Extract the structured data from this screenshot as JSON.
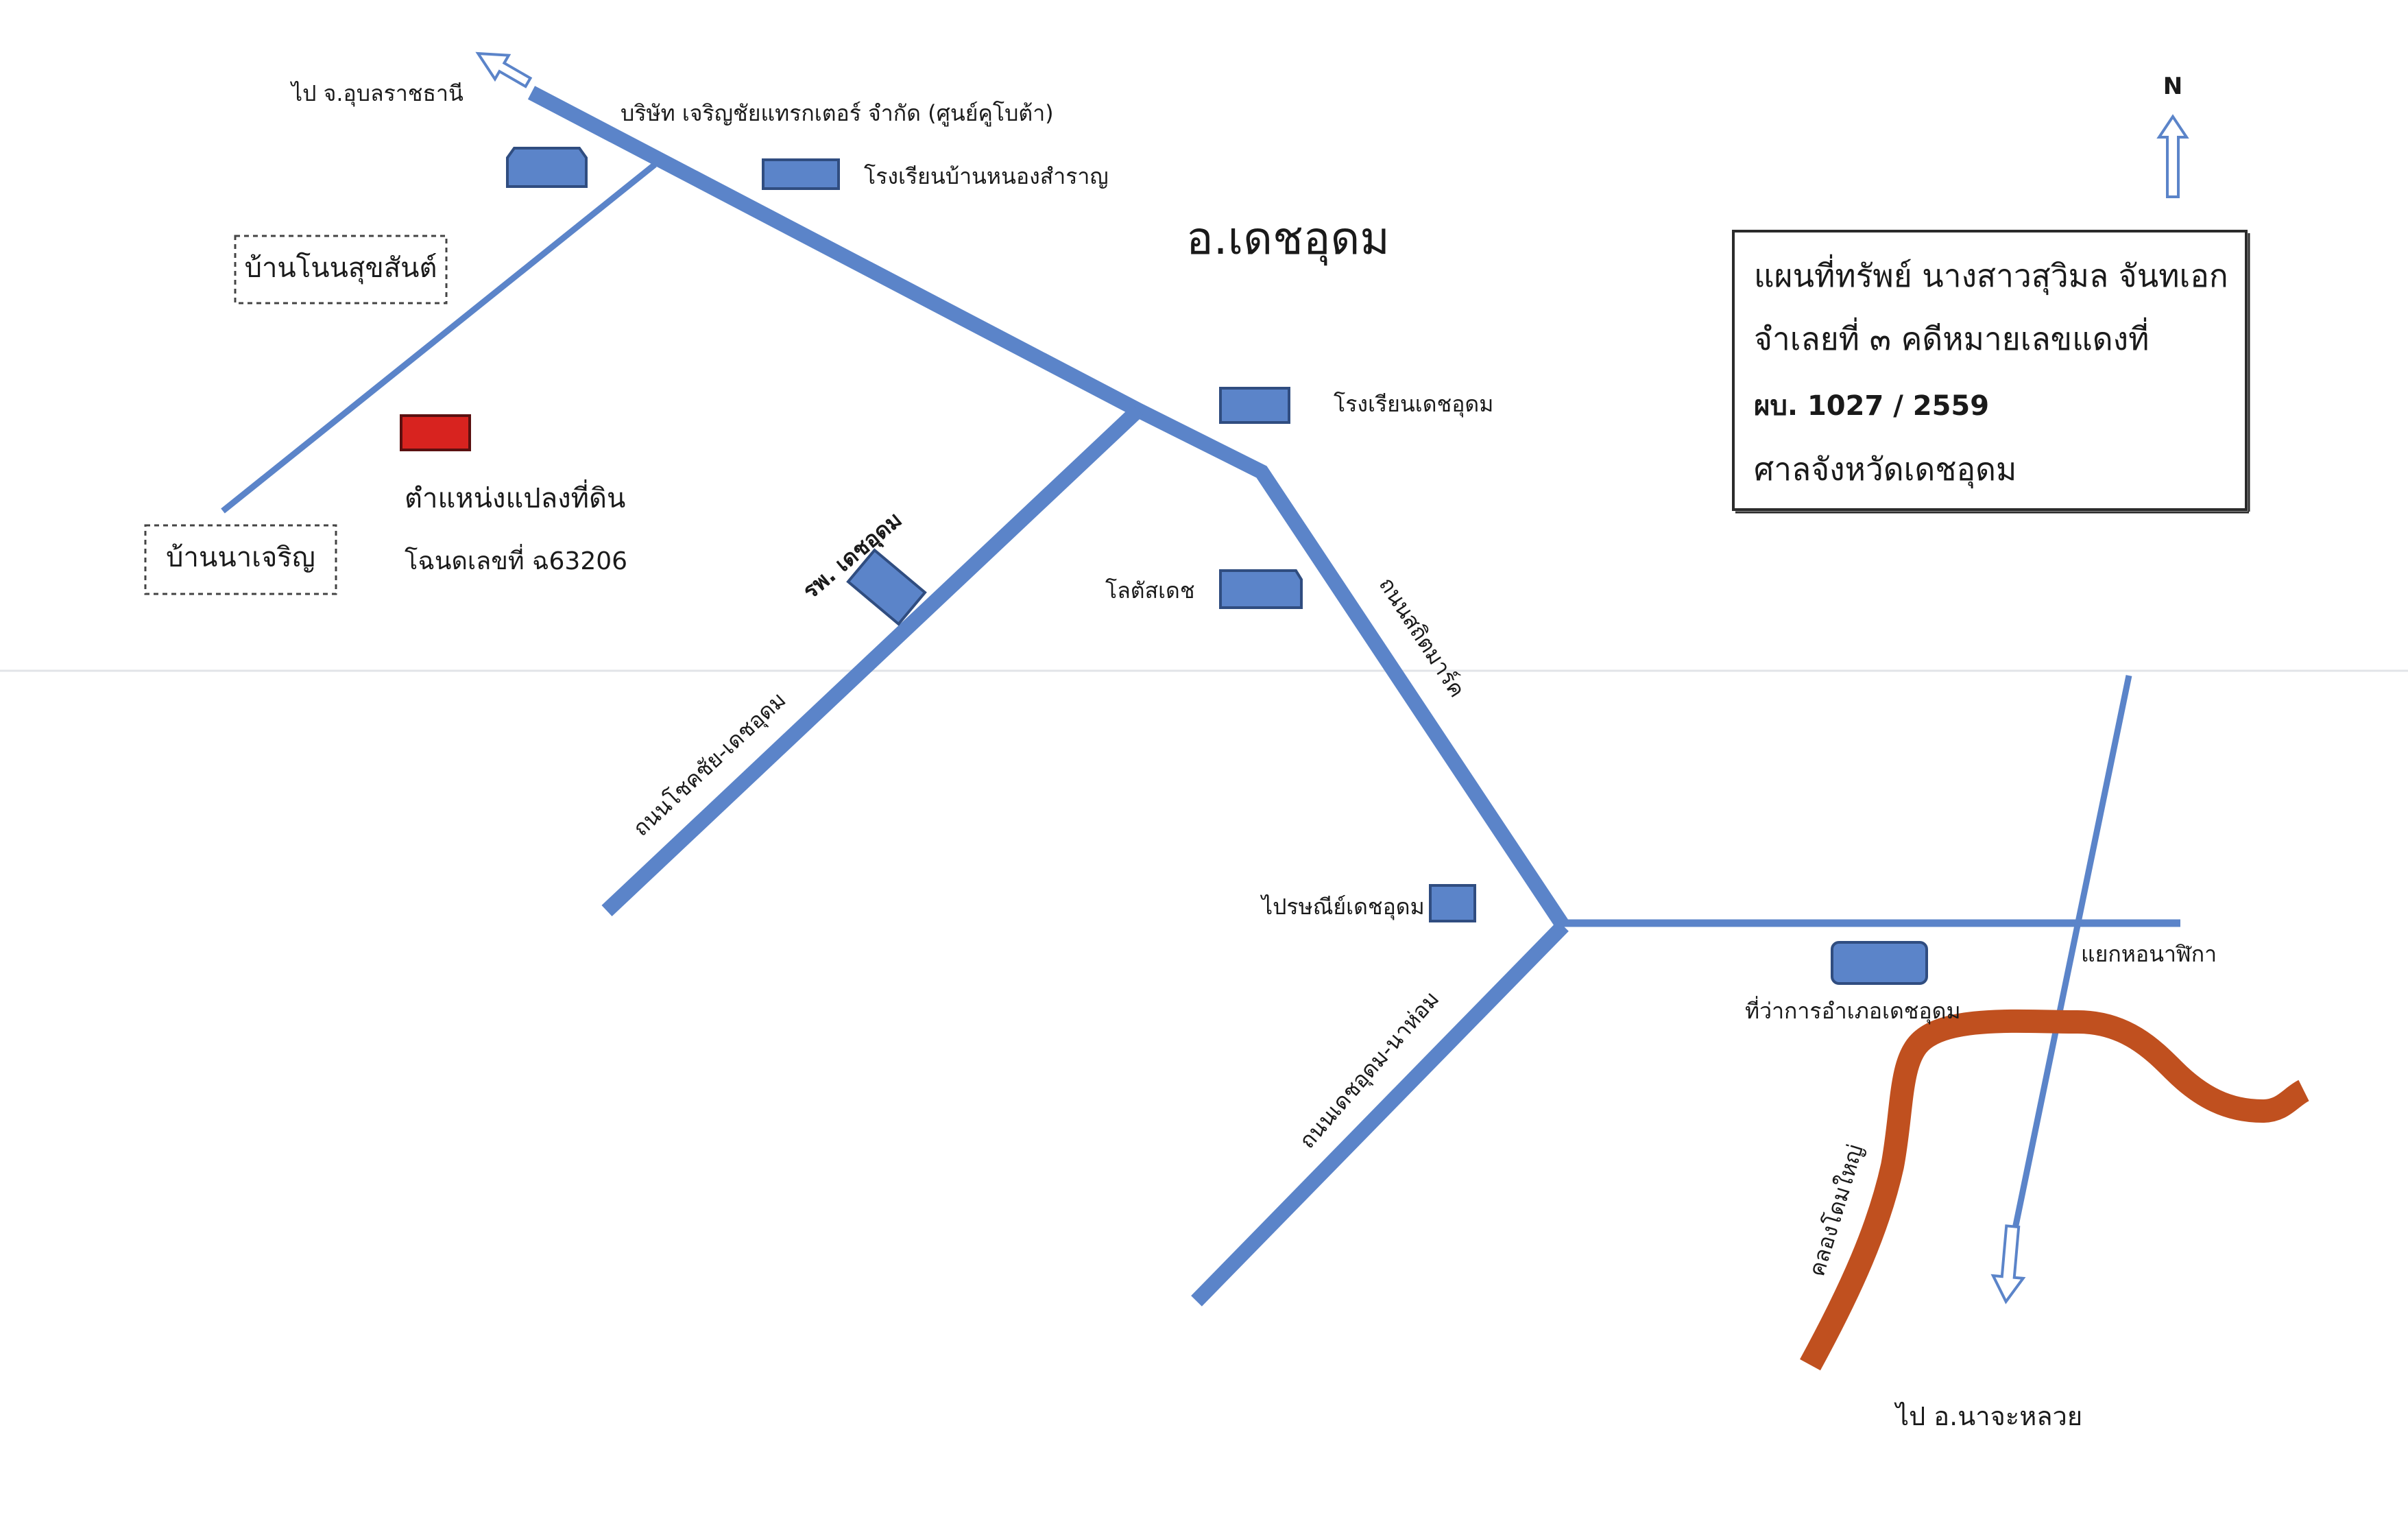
{
  "colors": {
    "road": "#5b84c9",
    "building_fill": "#5b84c9",
    "building_stroke": "#304d80",
    "land_parcel": "#d8231f",
    "canal": "#c0501f",
    "text": "#1a1a1a"
  },
  "district_label": "อ.เดชอุดม",
  "north_label": "N",
  "directions": {
    "to_ubon": "ไป จ.อุบลราชธานี",
    "to_nachaluai": "ไป อ.นาจะหลวย"
  },
  "villages": {
    "non_suk_san": "บ้านโนนสุขสันต์",
    "na_charoen": "บ้านนาเจริญ"
  },
  "places": {
    "kubota": "บริษัท เจริญชัยแทรกเตอร์ จำกัด (ศูนย์คูโบต้า)",
    "school_nong_samran": "โรงเรียนบ้านหนองสำราญ",
    "school_dechudom": "โรงเรียนเดชอุดม",
    "hospital": "รพ. เดชอุดม",
    "lotus": "โลตัสเดช",
    "post_office": "ไปรษณีย์เดชอุดม",
    "district_office": "ที่ว่าการอำเภอเดชอุดม",
    "intersection": "แยกหอนาฬิกา"
  },
  "roads": {
    "chokchai": "ถนนโชคชัย-เดชอุดม",
    "sathit": "ถนนสถิตมาร์ค",
    "nayom": "ถนนเดชอุดม-นาห่อม"
  },
  "canal_label": "คลองโดมใหญ่",
  "land": {
    "position_label": "ตำแหน่งแปลงที่ดิน",
    "deed_label": "โฉนดเลขที่ ฉ63206"
  },
  "info_box": {
    "line1": "แผนที่ทรัพย์ นางสาวสุวิมล จันทเอก",
    "line2": "จำเลยที่ ๓ คดีหมายเลขแดงที่",
    "line3": "ผบ. 1027 / 2559",
    "line4": "ศาลจังหวัดเดชอุดม"
  }
}
